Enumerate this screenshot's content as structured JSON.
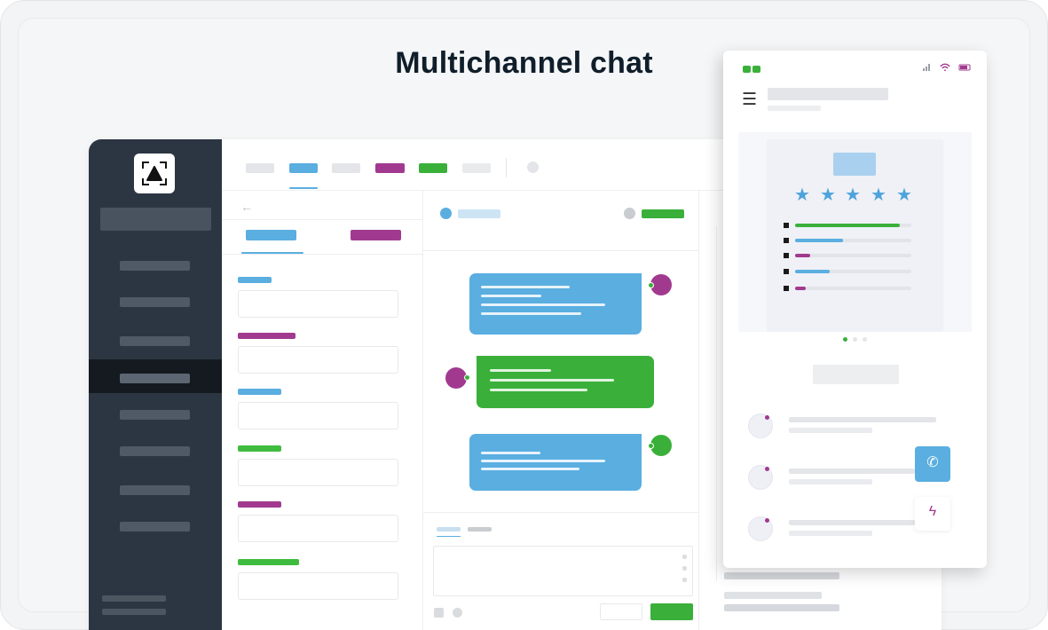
{
  "headline": "Multichannel chat",
  "colors": {
    "blue": "#5aaee0",
    "purple": "#a13a8f",
    "green": "#3ab03a",
    "sidebar": "#2c3643",
    "placeholder": "#e1e3e6"
  },
  "icons": {
    "logo": "triangle-logo-icon",
    "back": "arrow-left-icon",
    "menu": "hamburger-icon",
    "call": "phone-icon",
    "quick": "lightning-icon"
  },
  "rating": {
    "stars": 5,
    "bars": [
      0.9,
      0.41,
      0.13,
      0.3,
      0.09
    ]
  },
  "carousel": {
    "pages": 3,
    "active": 1
  },
  "glyphs": {
    "back": "←",
    "star": "★",
    "menu": "☰",
    "call": "✆",
    "quick": "ϟ"
  }
}
